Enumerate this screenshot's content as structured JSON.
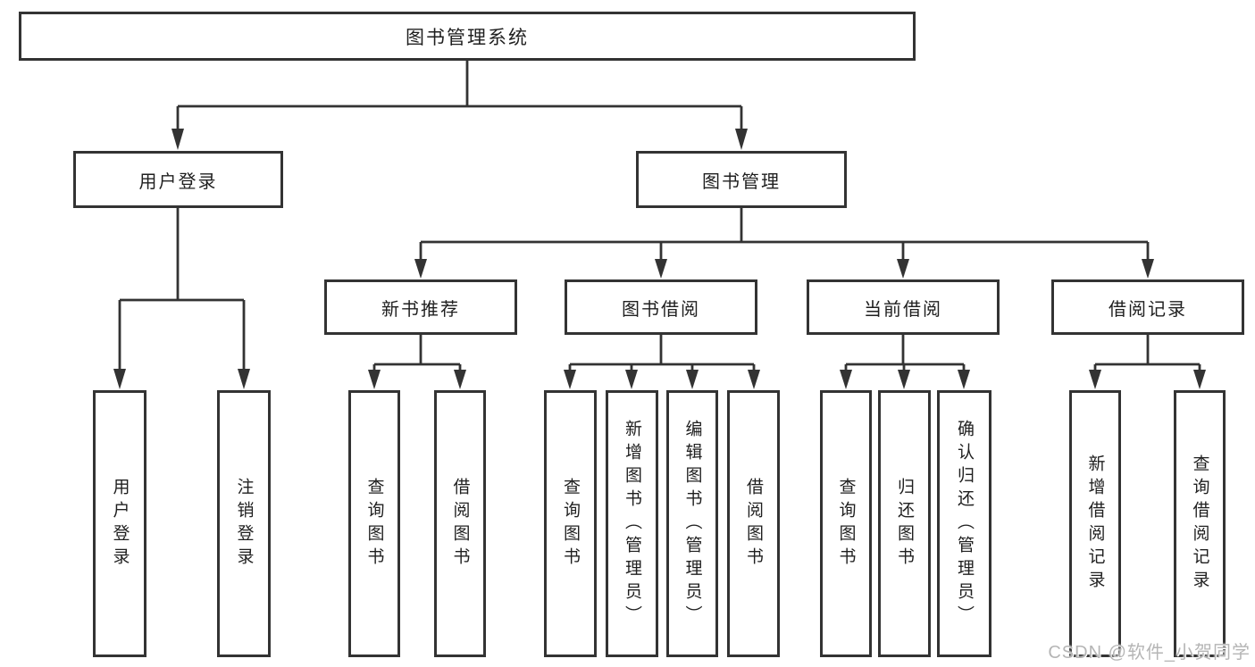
{
  "page": {
    "background": "#ffffff"
  },
  "diagram": {
    "type": "hierarchy-tree",
    "colors": {
      "line": "#333333",
      "box_border": "#333333",
      "box_fill": "#ffffff",
      "text": "#1f1f1f"
    },
    "root": {
      "label": "图书管理系统"
    },
    "level2": [
      {
        "id": "user-login",
        "label": "用户登录"
      },
      {
        "id": "book-management",
        "label": "图书管理"
      }
    ],
    "level3": [
      {
        "id": "new-book-recommend",
        "label": "新书推荐",
        "parent": "book-management"
      },
      {
        "id": "book-borrowing",
        "label": "图书借阅",
        "parent": "book-management"
      },
      {
        "id": "current-borrowing",
        "label": "当前借阅",
        "parent": "book-management"
      },
      {
        "id": "borrowing-records",
        "label": "借阅记录",
        "parent": "book-management"
      }
    ],
    "leaves": {
      "user_login": [
        {
          "label": "用户登录"
        },
        {
          "label": "注销登录"
        }
      ],
      "new_book_recommend": [
        {
          "label": "查询图书"
        },
        {
          "label": "借阅图书"
        }
      ],
      "book_borrowing": [
        {
          "label": "查询图书"
        },
        {
          "label": "新增图书（管理员）"
        },
        {
          "label": "编辑图书（管理员）"
        },
        {
          "label": "借阅图书"
        }
      ],
      "current_borrowing": [
        {
          "label": "查询图书"
        },
        {
          "label": "归还图书"
        },
        {
          "label": "确认归还（管理员）"
        }
      ],
      "borrowing_records": [
        {
          "label": "新增借阅记录"
        },
        {
          "label": "查询借阅记录"
        }
      ]
    }
  },
  "watermark": {
    "text": "CSDN @软件_小贺同学",
    "color": "#b5b5b5"
  }
}
